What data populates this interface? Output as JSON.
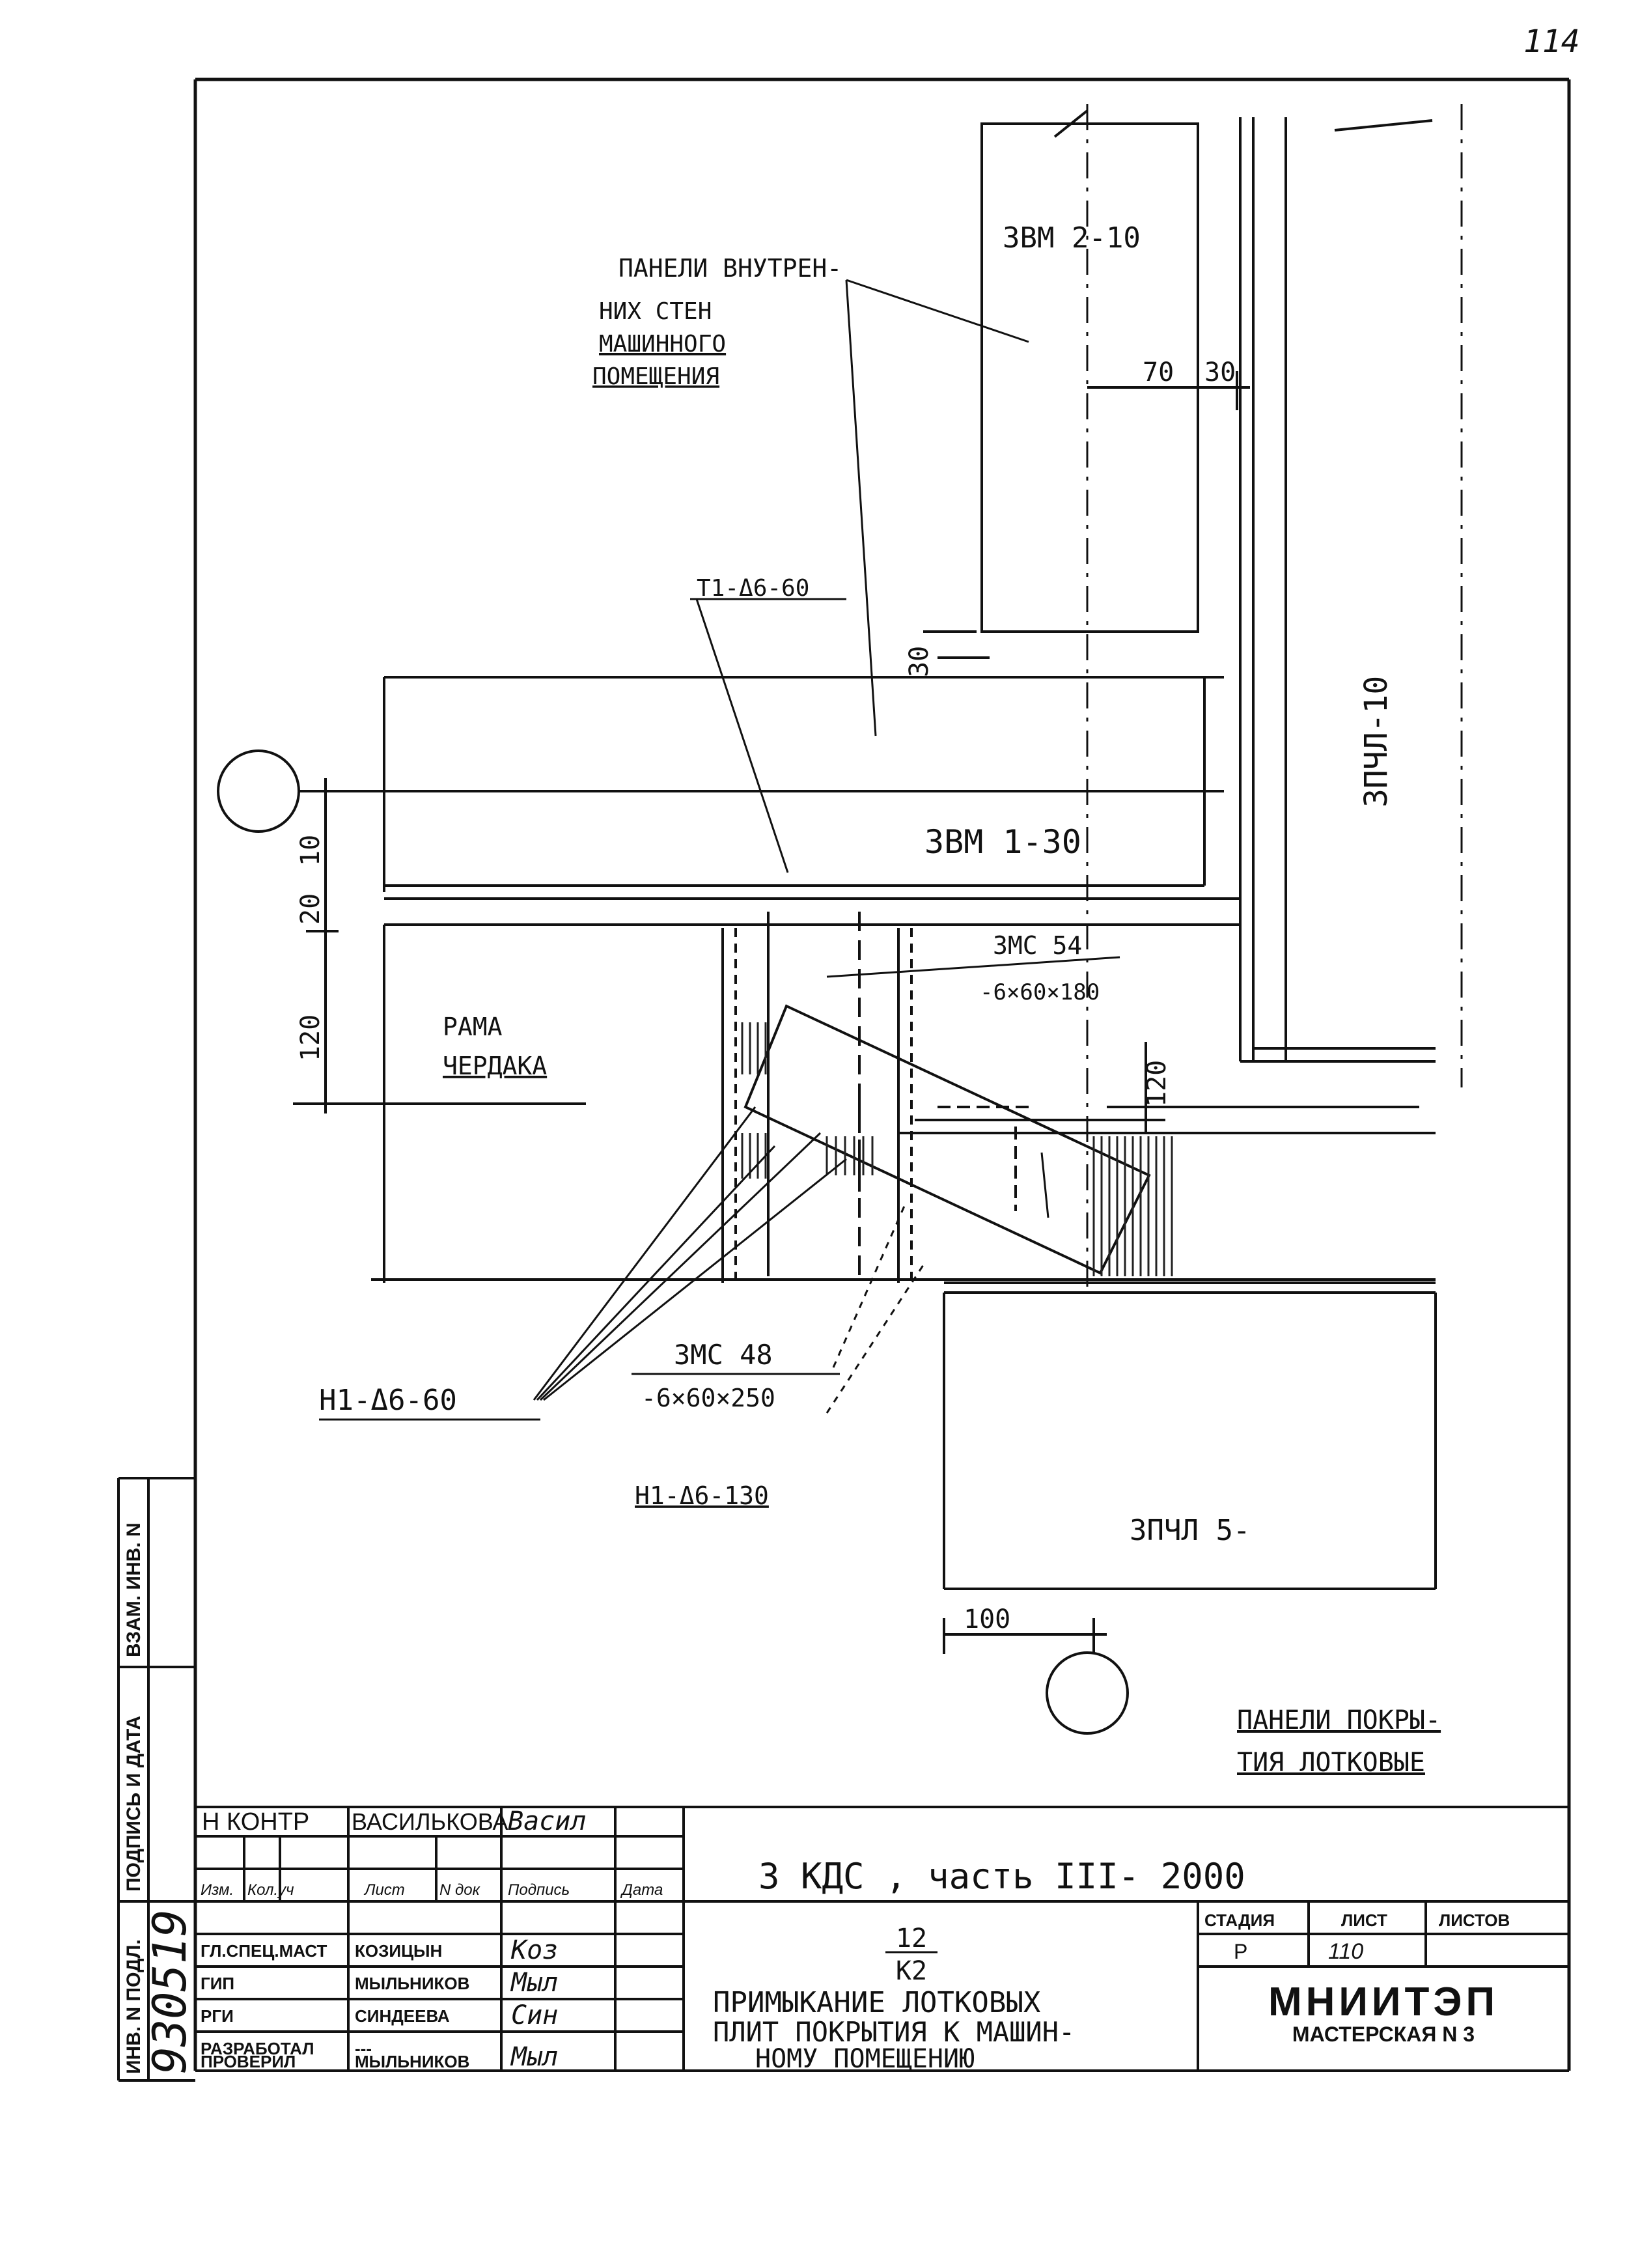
{
  "page_number": "114",
  "drawing": {
    "panel_3vm_2_10": "3ВМ 2-10",
    "panel_3vm_1_30": "3ВМ 1-30",
    "panel_3pchl_10": "3ПЧЛ-10",
    "panel_3pchl_5": "3ПЧЛ 5-",
    "callout_inner_walls": [
      "ПАНЕЛИ ВНУТРЕН-",
      "НИХ СТЕН",
      "МАШИННОГО",
      "ПОМЕЩЕНИЯ"
    ],
    "callout_frame": [
      "РАМА",
      "ЧЕРДАКА"
    ],
    "callout_trough_panels": [
      "ПАНЕЛИ ПОКРЫ-",
      "ТИЯ ЛОТКОВЫЕ"
    ],
    "mark_t1": "Т1-Δ6-60",
    "mark_n1_60": "Н1-Δ6-60",
    "mark_n1_130": "Н1-Δ6-130",
    "mark_3mc54": "3МС 54",
    "mark_3mc54_size": "-6×60×180",
    "mark_3mc48": "3МС 48",
    "mark_3mc48_size": "-6×60×250",
    "dims": {
      "d70": "70",
      "d30a": "30",
      "d30b": "30",
      "d10": "10",
      "d20": "20",
      "d120a": "120",
      "d120b": "120",
      "d100": "100"
    }
  },
  "side_stamp": {
    "inv_no": "ИНВ. N ПОДЛ.",
    "sign_date": "ПОДПИСЬ И ДАТА",
    "vzam_inv": "ВЗАМ. ИНВ. N",
    "inv_value": "930519"
  },
  "title_block": {
    "row1": {
      "role": "Н КОНТР",
      "name": "ВАСИЛЬКОВА",
      "sign": "Васил"
    },
    "headers": [
      "Изм.",
      "Кол.уч",
      "Лист",
      "N док",
      "Подпись",
      "Дата"
    ],
    "people": [
      {
        "role": "ГЛ.СПЕЦ.МАСТ",
        "name": "КОЗИЦЫН",
        "sign": "Коз"
      },
      {
        "role": "ГИП",
        "name": "МЫЛЬНИКОВ",
        "sign": "Мыл"
      },
      {
        "role": "РГИ",
        "name": "СИНДЕЕВА",
        "sign": "Син"
      },
      {
        "role": "РАЗРАБОТАЛ",
        "name": "---",
        "sign": ""
      },
      {
        "role": "ПРОВЕРИЛ",
        "name": "МЫЛЬНИКОВ",
        "sign": "Мыл"
      }
    ],
    "doc_code": "3 КДС , часть III- 2000",
    "sheet_ref_num": "12",
    "sheet_ref_den": "К2",
    "title_lines": [
      "ПРИМЫКАНИЕ ЛОТКОВЫХ",
      "ПЛИТ ПОКРЫТИЯ К МАШИН-",
      "НОМУ ПОМЕЩЕНИЮ"
    ],
    "stage_label": "СТАДИЯ",
    "sheet_label": "ЛИСТ",
    "sheets_label": "ЛИСТОВ",
    "stage": "Р",
    "sheet": "110",
    "org": "МНИИТЭП",
    "workshop": "МАСТЕРСКАЯ N 3"
  }
}
